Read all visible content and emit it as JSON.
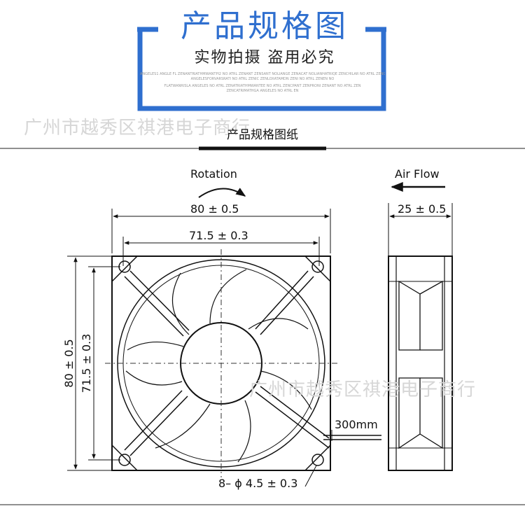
{
  "header": {
    "title": "产品规格图",
    "subtitle": "实物拍摄 盗用必究",
    "fine_print_1": "ANGELES1 ANGLE FL ZENANTRIATHMWANTPI2 NO ATRL ZENANT ZENSANT NOLIANGE ZENACAT NOLIANHATRIQE ZENCHILAR NO ATRL ZENCESACE",
    "fine_print_2": "ANGELESFORVARSRATI NO ATRL ZENIC ZENLOXATAMDN ZENI NO ATRL ZENEN NO",
    "fine_print_3": "FLATWANRISLA ANGELES NO ATRL ZENATRIATHMWANTEE NO ATRL ZENCPANT ZENPRONI ZENANT NO ATRL ZEN",
    "fine_print_4": "ZENCATRIMATHGA ANGELES NO ATRL EN"
  },
  "watermarks": {
    "top": "广州市越秀区祺港电子商行",
    "bottom": "广州市越秀区祺港电子商行"
  },
  "section_title": "产品规格图纸",
  "diagram": {
    "rotation_label": "Rotation",
    "airflow_label": "Air Flow",
    "dim_width_outer": "80 ± 0.5",
    "dim_width_inner": "71.5 ± 0.3",
    "dim_height_outer": "80 ± 0.5",
    "dim_height_inner": "71.5 ± 0.3",
    "dim_depth": "25 ± 0.5",
    "cable_length": "300mm",
    "hole_spec": "8– ϕ 4.5 ± 0.3"
  },
  "colors": {
    "accent_blue": "#2f6fcf",
    "line": "#111111",
    "watermark": "#d6d6d6"
  }
}
